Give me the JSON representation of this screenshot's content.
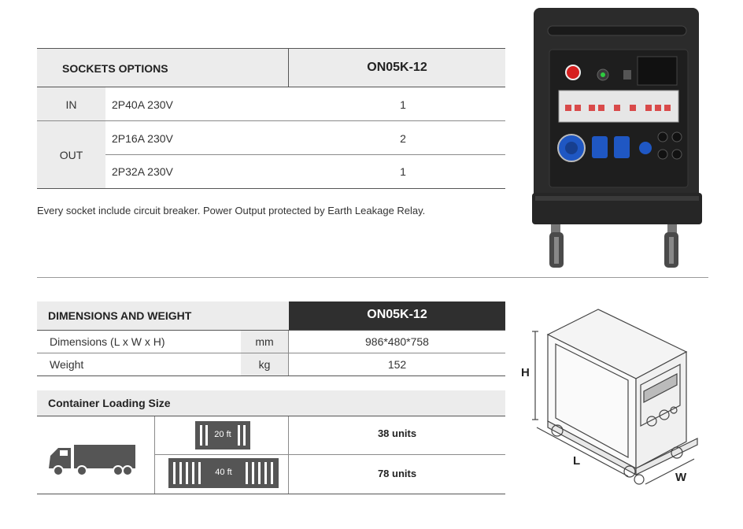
{
  "sockets": {
    "header_label": "SOCKETS OPTIONS",
    "model": "ON05K-12",
    "in_label": "IN",
    "out_label": "OUT",
    "rows": [
      {
        "socket": "2P40A 230V",
        "qty": "1"
      },
      {
        "socket": "2P16A 230V",
        "qty": "2"
      },
      {
        "socket": "2P32A 230V",
        "qty": "1"
      }
    ],
    "note": "Every socket include circuit breaker.  Power Output protected by Earth Leakage Relay."
  },
  "dimensions": {
    "header_label": "DIMENSIONS AND WEIGHT",
    "model": "ON05K-12",
    "rows": [
      {
        "label": "Dimensions (L x W x H)",
        "unit": "mm",
        "value": "986*480*758"
      },
      {
        "label": "Weight",
        "unit": "kg",
        "value": "152"
      }
    ]
  },
  "container": {
    "header_label": "Container Loading Size",
    "rows": [
      {
        "size": "20 ft",
        "units": "38 units"
      },
      {
        "size": "40 ft",
        "units": "78 units"
      }
    ]
  },
  "drawing": {
    "h_label": "H",
    "l_label": "L",
    "w_label": "W"
  },
  "colors": {
    "header_grey": "#ececec",
    "dark_header": "#2f2f2f",
    "cabinet": "#2b2b2b",
    "socket_blue": "#1f57c3",
    "estop_red": "#d62020"
  }
}
